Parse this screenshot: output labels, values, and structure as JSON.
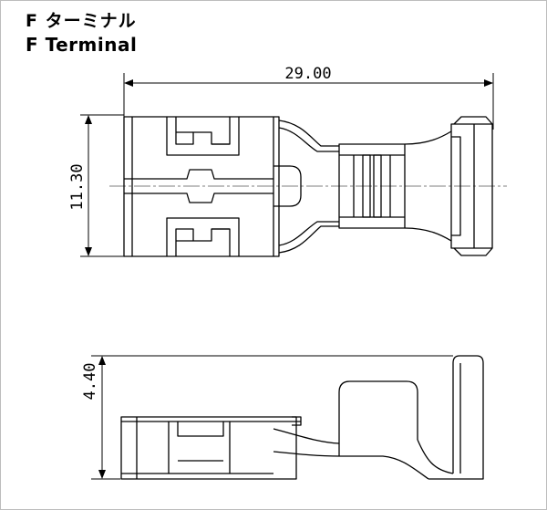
{
  "title": {
    "japanese": "F ターミナル",
    "english": "F Terminal"
  },
  "dimensions": {
    "length": "29.00",
    "width": "11.30",
    "height": "4.40"
  },
  "colors": {
    "line": "#000000",
    "centerline": "#555555",
    "frame": "#bdbdbd"
  }
}
